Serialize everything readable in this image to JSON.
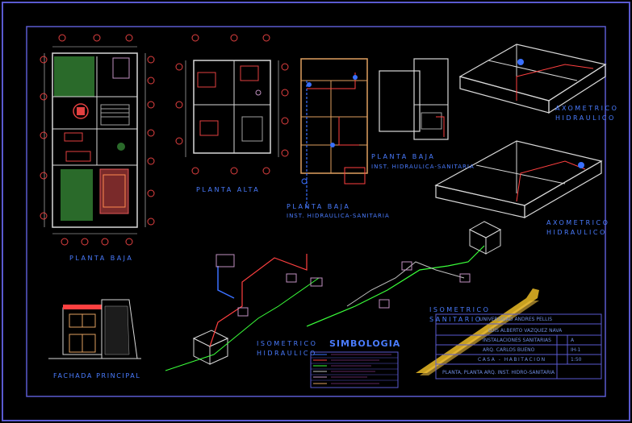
{
  "labels": {
    "planta_baja": "PLANTA BAJA",
    "planta_alta": "PLANTA ALTA",
    "planta_baja_hs": "PLANTA BAJA",
    "inst_hs": "INST. HIDRAULICA-SANITARIA",
    "planta_baja_san": "PLANTA BAJA",
    "inst_san": "INST. HIDRAULICA-SANITARIA",
    "axo_hidr_1a": "AXOMETRICO",
    "axo_hidr_1b": "HIDRAULICO",
    "axo_hidr_2a": "AXOMETRICO",
    "axo_hidr_2b": "HIDRAULICO",
    "iso_san_a": "ISOMETRICO",
    "iso_san_b": "SANITARIO",
    "iso_hidr_a": "ISOMETRICO",
    "iso_hidr_b": "HIDRAULICO",
    "fachada": "FACHADA PRINCIPAL",
    "simbologia": "SIMBOLOGIA"
  },
  "title_block": {
    "school": "UNIVERSIDAD ANDRES PELLIS",
    "author": "LUIS ALBERTO VAZQUEZ NAVA",
    "subject": "INSTALACIONES SANITARIAS",
    "teacher": "ARQ. CARLOS BUENO",
    "project": "CASA - HABITACION",
    "plan": "PLANTA, PLANTA ARQ. INST. HIDRO-SANITARIA",
    "sheet": "IH-1",
    "scale": "1:50",
    "date": "A"
  }
}
